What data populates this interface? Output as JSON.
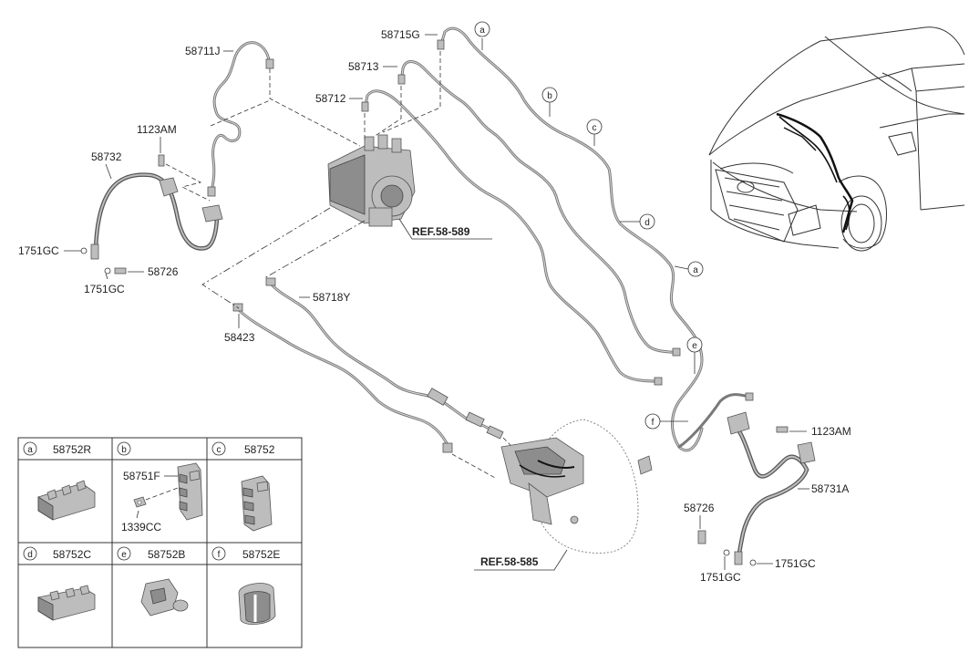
{
  "labels": {
    "p58711J": "58711J",
    "p58715G": "58715G",
    "p58713": "58713",
    "p58712": "58712",
    "p1123AM_left": "1123AM",
    "p58732": "58732",
    "p1751GC_a": "1751GC",
    "p1751GC_b": "1751GC",
    "p58726_left": "58726",
    "p58718Y": "58718Y",
    "p58423": "58423",
    "p1123AM_right": "1123AM",
    "p58731A": "58731A",
    "p58726_right": "58726",
    "p1751GC_c": "1751GC",
    "p1751GC_d": "1751GC"
  },
  "refs": {
    "ref_589": "REF.58-589",
    "ref_585": "REF.58-585"
  },
  "callouts": {
    "a_top": "a",
    "b": "b",
    "c": "c",
    "d": "d",
    "a_mid": "a",
    "e": "e",
    "f": "f"
  },
  "table": {
    "cells": [
      {
        "letter": "a",
        "code": "58752R"
      },
      {
        "letter": "b",
        "code": ""
      },
      {
        "letter": "c",
        "code": "58752"
      },
      {
        "letter": "d",
        "code": "58752C"
      },
      {
        "letter": "e",
        "code": "58752B"
      },
      {
        "letter": "f",
        "code": "58752E"
      }
    ],
    "b_sub1": "58751F",
    "b_sub2": "1339CC"
  }
}
